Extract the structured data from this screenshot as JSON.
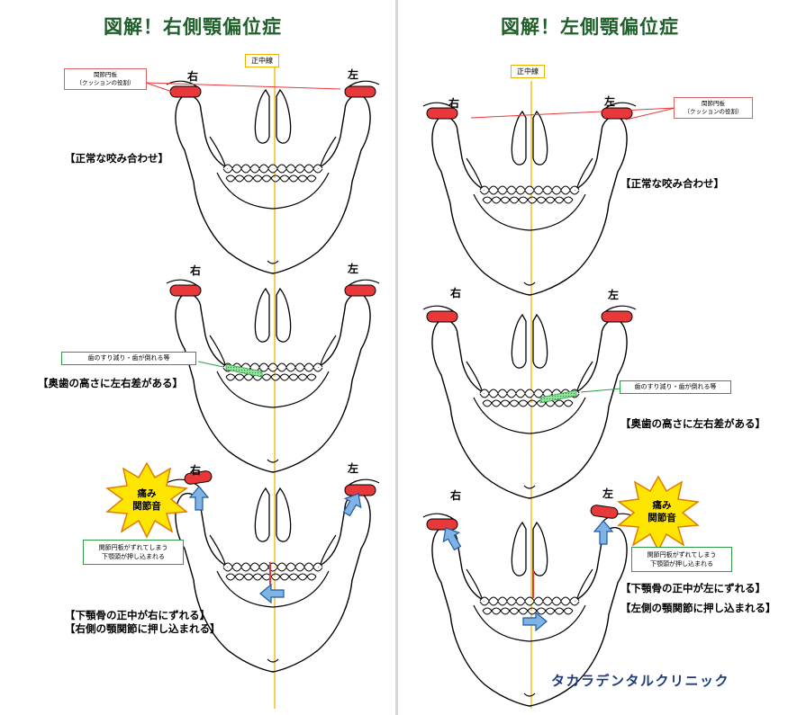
{
  "left": {
    "title": "図解！右側顎偏位症",
    "midline": "正中線",
    "side_right": "右",
    "side_left": "左",
    "disc_label_1": "関節円板",
    "disc_label_2": "（クッションの役割）",
    "normal": "【正常な咬み合わせ】",
    "wear_label": "歯のすり減り・歯が倒れる等",
    "height_diff": "【奥歯の高さに左右差がある】",
    "pain_1": "痛み",
    "pain_2": "関節音",
    "shift_label_1": "関節円板がずれてしまう",
    "shift_label_2": "下顎頭が押し込まれる",
    "result_1": "【下顎骨の正中が右にずれる】",
    "result_2": "【右側の顎関節に押し込まれる】"
  },
  "right": {
    "title": "図解！左側顎偏位症",
    "midline": "正中線",
    "side_right": "右",
    "side_left": "左",
    "disc_label_1": "関節円板",
    "disc_label_2": "（クッションの役割）",
    "normal": "【正常な咬み合わせ】",
    "wear_label": "歯のすり減り・歯が倒れる等",
    "height_diff": "【奥歯の高さに左右差がある】",
    "pain_1": "痛み",
    "pain_2": "関節音",
    "shift_label_1": "関節円板がずれてしまう",
    "shift_label_2": "下顎頭が押し込まれる",
    "result_1": "【下顎骨の正中が左にずれる】",
    "result_2": "【左側の顎関節に押し込まれる】"
  },
  "clinic": "タカラデンタルクリニック",
  "colors": {
    "title": "#1f5f2a",
    "midline": "#f0b400",
    "disc": "#e8383a",
    "wear": "#8fe39b",
    "arrow": "#7fb3e6",
    "burst": "#ffe600",
    "clinic": "#1d3a7a"
  }
}
